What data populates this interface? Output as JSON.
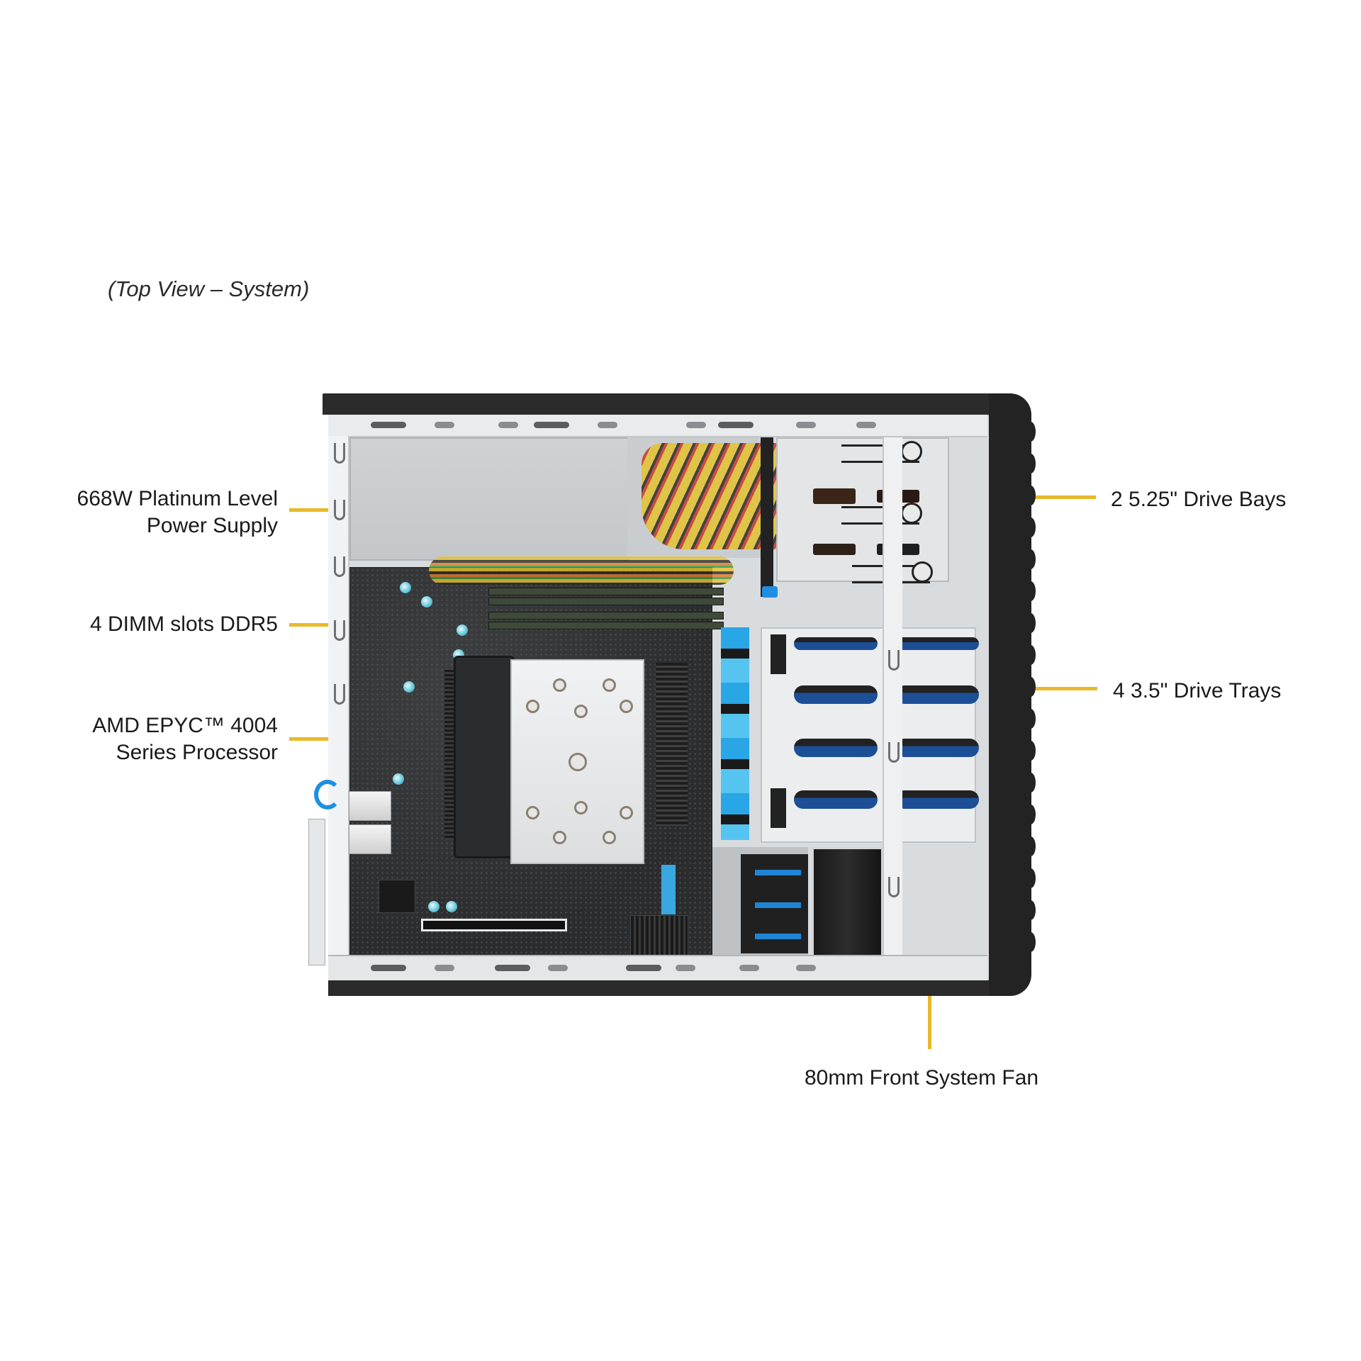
{
  "caption": "(Top View – System)",
  "accent_color": "#e8b92a",
  "callouts": [
    {
      "id": "psu",
      "lines": [
        "668W Platinum  Level",
        "Power Supply"
      ],
      "side": "left"
    },
    {
      "id": "dimm",
      "lines": [
        "4 DIMM  slots  DDR5"
      ],
      "side": "left"
    },
    {
      "id": "cpu",
      "lines": [
        "AMD EPYC™ 4004",
        "Series Processor"
      ],
      "side": "left"
    },
    {
      "id": "bays525",
      "lines": [
        "2 5.25\" Drive Bays"
      ],
      "side": "right"
    },
    {
      "id": "trays35",
      "lines": [
        "4 3.5\" Drive Trays"
      ],
      "side": "right"
    },
    {
      "id": "fan",
      "lines": [
        "80mm Front  System Fan"
      ],
      "side": "bottom"
    }
  ]
}
